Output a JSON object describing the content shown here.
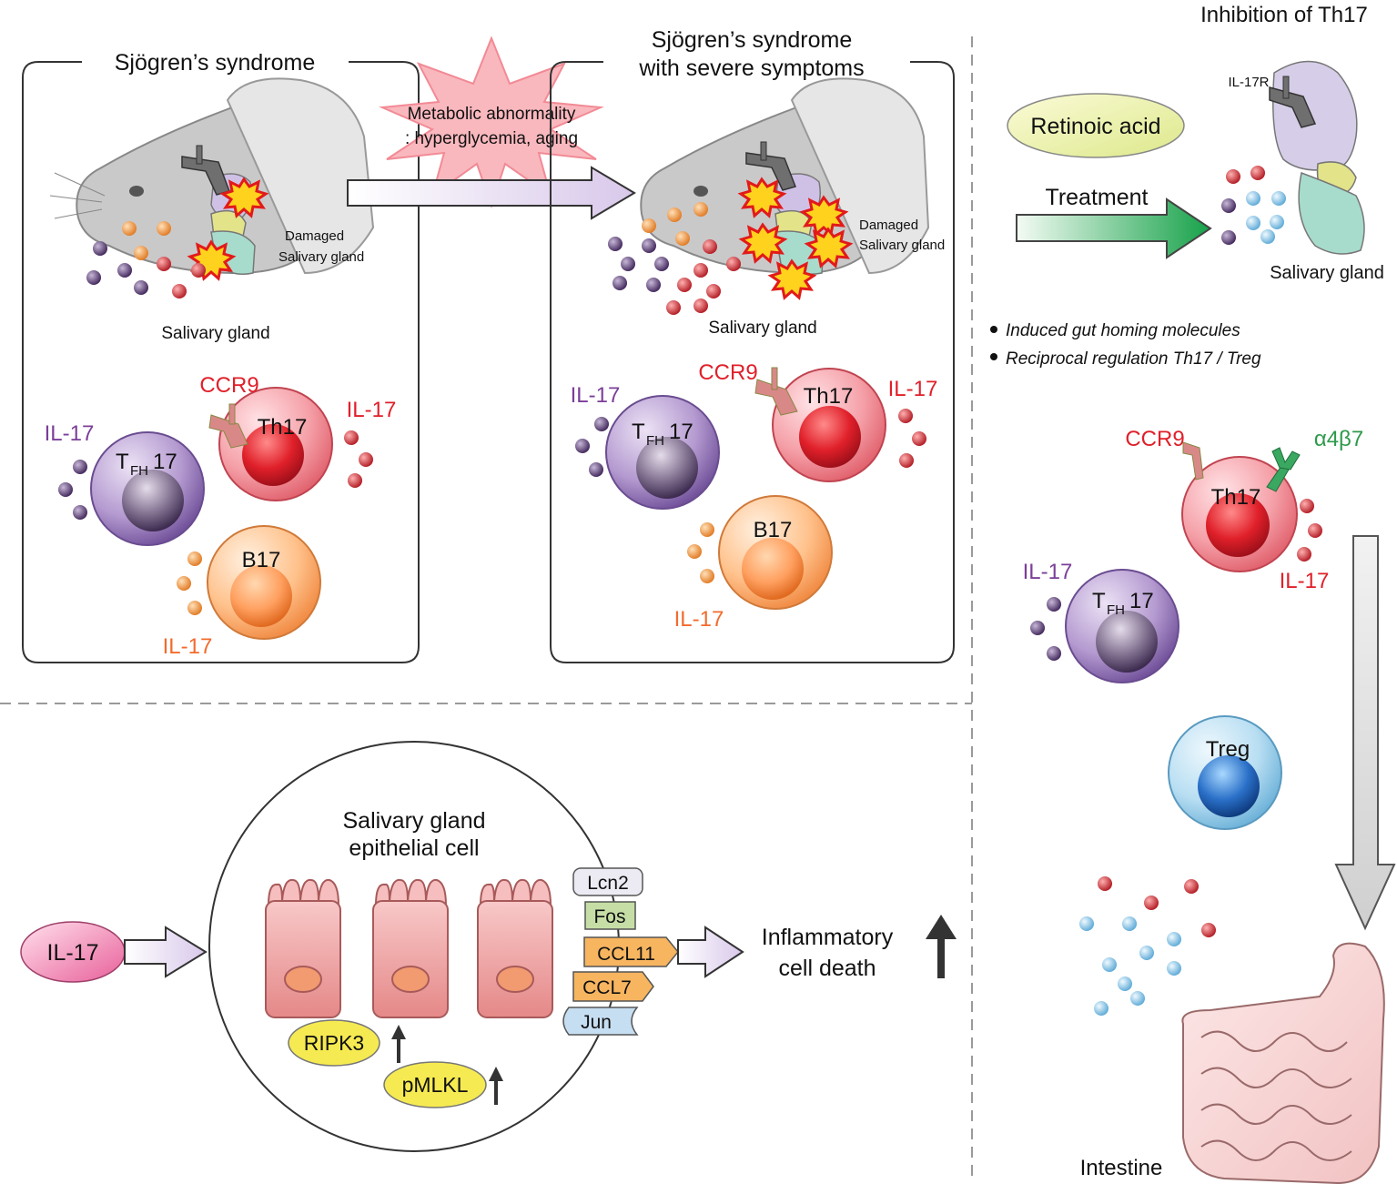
{
  "panel_a": {
    "title": "Sjögren’s syndrome",
    "damaged_line1": "Damaged",
    "damaged_line2": "Salivary gland",
    "salivary_label": "Salivary gland",
    "ccr9": "CCR9",
    "th17": "Th17",
    "il17_th17": "IL-17",
    "il17_tfh": "IL-17",
    "tfh_t": "T",
    "tfh_sub": "FH",
    "tfh_num": "17",
    "b17": "B17",
    "il17_b17": "IL-17"
  },
  "trigger": {
    "line1": "Metabolic abnormality",
    "line2": ": hyperglycemia, aging"
  },
  "panel_b": {
    "title_line1": "Sjögren’s syndrome",
    "title_line2": "with severe symptoms",
    "damaged_line1": "Damaged",
    "damaged_line2": "Salivary gland",
    "salivary_label": "Salivary gland",
    "ccr9": "CCR9",
    "th17": "Th17",
    "il17_th17": "IL-17",
    "il17_tfh": "IL-17",
    "tfh_t": "T",
    "tfh_sub": "FH",
    "tfh_num": "17",
    "b17": "B17",
    "il17_b17": "IL-17"
  },
  "panel_c": {
    "title": "Inhibition of Th17",
    "il17r": "IL-17R",
    "retinoic_acid": "Retinoic acid",
    "treatment": "Treatment",
    "salivary_label": "Salivary gland",
    "bullet1": "Induced gut homing molecules",
    "bullet2": "Reciprocal regulation Th17 / Treg",
    "ccr9": "CCR9",
    "a4b7": "α4β7",
    "th17": "Th17",
    "il17_th17": "IL-17",
    "il17_tfh": "IL-17",
    "tfh_t": "T",
    "tfh_sub": "FH",
    "tfh_num": "17",
    "treg": "Treg",
    "intestine": "Intestine"
  },
  "panel_d": {
    "il17": "IL-17",
    "cell_line1": "Salivary gland",
    "cell_line2": "epithelial cell",
    "genes": [
      "Lcn2",
      "Fos",
      "CCL11",
      "CCL7",
      "Jun"
    ],
    "ripk3": "RIPK3",
    "pmlkl": "pMLKL",
    "result_line1": "Inflammatory",
    "result_line2": "cell death"
  },
  "colors": {
    "th17_red": "#e0202a",
    "tfh_purple": "#7b3f98",
    "b17_orange": "#f26b2d",
    "a4b7_green": "#2e9a4a",
    "treatment_green": "#1aa64a"
  }
}
